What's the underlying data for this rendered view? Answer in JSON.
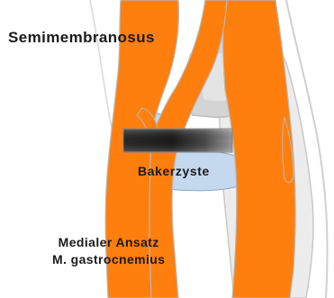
{
  "colors": {
    "muscle": "#FF7F0E",
    "muscle_outline": "#B8B8B8",
    "capsule": "#D9D9D9",
    "capsule_light": "#EDEDED",
    "cyst": "#C4D8EE",
    "transducer_dark": "#1F1F1F",
    "background": "#FFFFFF"
  },
  "labels": {
    "semimembranosus": "Semimembranosus",
    "baker_cyst": "Bakerzyste",
    "medial_insertion_line1": "Medialer Ansatz",
    "medial_insertion_line2": "M. gastrocnemius"
  },
  "elements": {
    "transducer": "ultrasound-probe",
    "cyst": "baker-cyst",
    "muscles": [
      "semimembranosus-muscle",
      "medial-gastrocnemius-head",
      "lateral-muscle"
    ]
  }
}
